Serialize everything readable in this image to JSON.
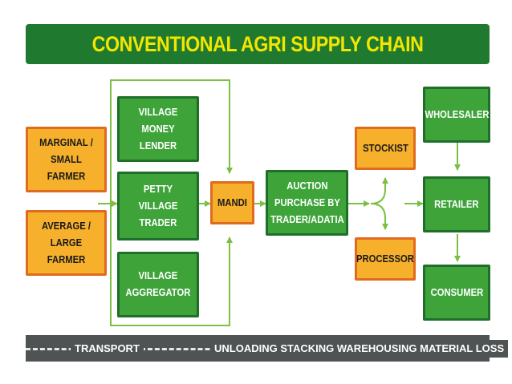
{
  "title": "CONVENTIONAL AGRI SUPPLY CHAIN",
  "nodes": {
    "marginal_farmer": "MARGINAL /\nSMALL FARMER",
    "average_farmer": "AVERAGE /\nLARGE FARMER",
    "money_lender": "VILLAGE\nMONEY LENDER",
    "petty_trader": "PETTY\nVILLAGE TRADER",
    "aggregator": "VILLAGE\nAGGREGATOR",
    "mandi": "MANDI",
    "auction": "AUCTION\nPURCHASE BY\nTRADER/ADATIA",
    "stockist": "STOCKIST",
    "processor": "PROCESSOR",
    "wholesaler": "WHOLESALER",
    "retailer": "RETAILER",
    "consumer": "CONSUMER"
  },
  "footer": {
    "transport": "TRANSPORT",
    "handling": "UNLOADING STACKING WAREHOUSING MATERIAL LOSS"
  },
  "colors": {
    "title_bg": "#1f7a2f",
    "title_text": "#f2e600",
    "green_box": "#3ea43a",
    "orange_box": "#f7b02c",
    "arrow": "#7bc043",
    "road": "#4f5353"
  }
}
